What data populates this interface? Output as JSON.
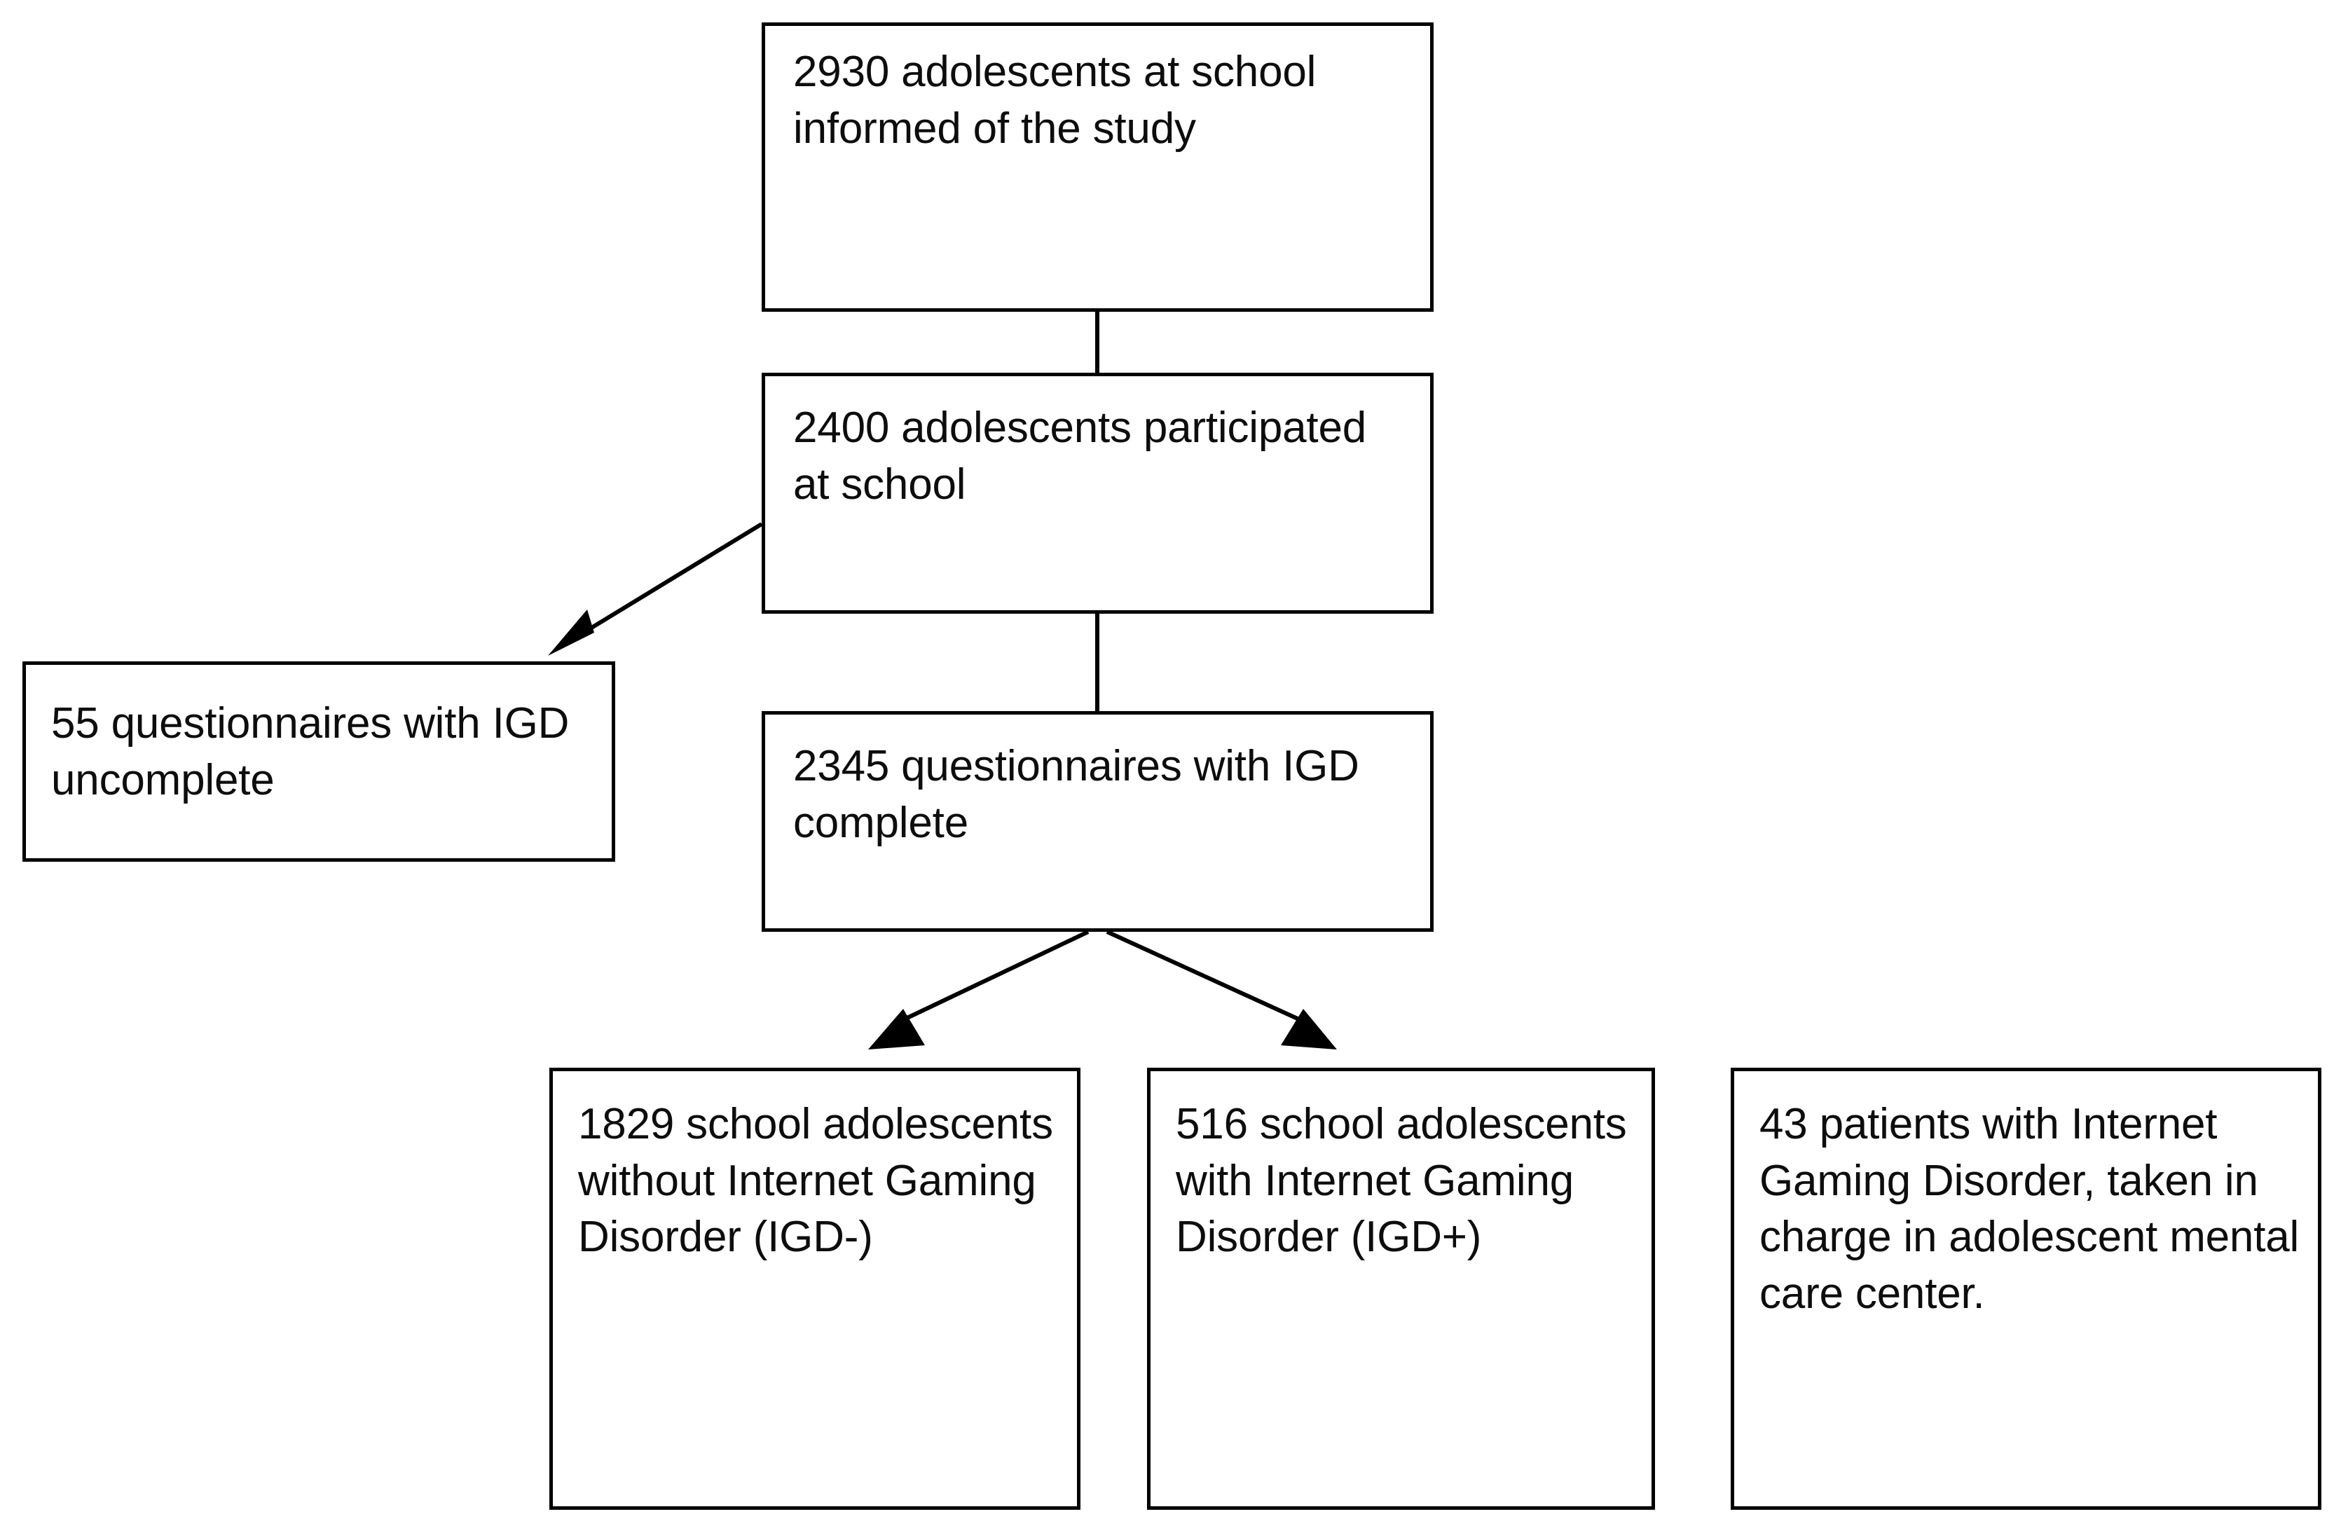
{
  "diagram": {
    "type": "flowchart",
    "title": "",
    "background_color": "#ffffff",
    "line_color": "#000000",
    "text_color": "#0d0d0d",
    "nodes": [
      {
        "id": "informed",
        "name": "informed-box",
        "text": "2930 adolescents at school informed of the study",
        "count": 2930
      },
      {
        "id": "participated",
        "name": "participated-box",
        "text": "2400 adolescents participated at school",
        "count": 2400
      },
      {
        "id": "uncomplete",
        "name": "uncomplete-box",
        "text": "55 questionnaires with IGD uncomplete",
        "count": 55
      },
      {
        "id": "complete",
        "name": "complete-box",
        "text": "2345 questionnaires with IGD complete",
        "count": 2345
      },
      {
        "id": "igd_neg",
        "name": "igd-negative-box",
        "text": "1829 school adolescents without Internet Gaming Disorder (IGD-)",
        "count": 1829
      },
      {
        "id": "igd_pos",
        "name": "igd-positive-box",
        "text": "516 school adolescents with Internet Gaming Disorder (IGD+)",
        "count": 516
      },
      {
        "id": "patients",
        "name": "patients-box",
        "text": "43 patients with Internet Gaming Disorder, taken in charge in adolescent mental care center.",
        "count": 43
      }
    ],
    "edges": [
      {
        "from": "informed",
        "to": "participated",
        "arrowhead": false
      },
      {
        "from": "participated",
        "to": "uncomplete",
        "arrowhead": true
      },
      {
        "from": "participated",
        "to": "complete",
        "arrowhead": false
      },
      {
        "from": "complete",
        "to": "igd_neg",
        "arrowhead": true
      },
      {
        "from": "complete",
        "to": "igd_pos",
        "arrowhead": true
      }
    ]
  }
}
